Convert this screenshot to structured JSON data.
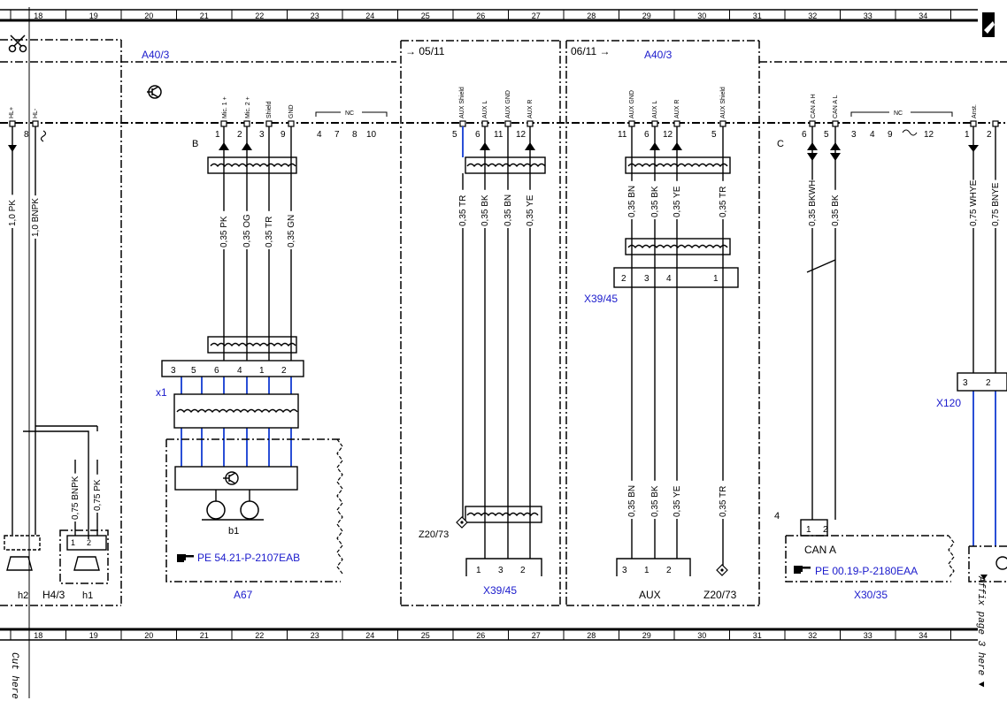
{
  "grid": {
    "columns": [
      "18",
      "19",
      "20",
      "21",
      "22",
      "23",
      "24",
      "25",
      "26",
      "27",
      "28",
      "29",
      "30",
      "31",
      "32",
      "33",
      "34"
    ]
  },
  "frames": {
    "a40_3_left": "A40/3",
    "sheet_from": "05/11",
    "sheet_to": "06/11",
    "a40_3_right": "A40/3"
  },
  "connector_b": {
    "letter": "B",
    "pins": [
      {
        "pin": "1",
        "label": "Mic. 1 +"
      },
      {
        "pin": "2",
        "label": "Mic. 2 +"
      },
      {
        "pin": "3",
        "label": "Shield"
      },
      {
        "pin": "9",
        "label": "GND"
      },
      {
        "pin": "4",
        "label": ""
      },
      {
        "pin": "7",
        "label": ""
      },
      {
        "pin": "8",
        "label": ""
      },
      {
        "pin": "10",
        "label": ""
      }
    ],
    "nc": "NC",
    "aux_pins": [
      {
        "pin": "5",
        "label": "AUX Shield"
      },
      {
        "pin": "6",
        "label": "AUX L"
      },
      {
        "pin": "11",
        "label": "AUX GND"
      },
      {
        "pin": "12",
        "label": "AUX R"
      }
    ],
    "aux_pins_b": [
      {
        "pin": "11",
        "label": "AUX GND"
      },
      {
        "pin": "6",
        "label": "AUX L"
      },
      {
        "pin": "12",
        "label": "AUX R"
      },
      {
        "pin": "5",
        "label": "AUX Shield"
      }
    ]
  },
  "connector_c": {
    "letter": "C",
    "pins": [
      {
        "pin": "6",
        "label": "CAN A H"
      },
      {
        "pin": "5",
        "label": "CAN A L"
      },
      {
        "pin": "3",
        "label": ""
      },
      {
        "pin": "4",
        "label": ""
      },
      {
        "pin": "9",
        "label": ""
      },
      {
        "pin": "12",
        "label": ""
      },
      {
        "pin": "1",
        "label": "Anst."
      },
      {
        "pin": "2",
        "label": ""
      }
    ],
    "nc": "NC"
  },
  "left_pins": {
    "hl_plus": "HL+",
    "hl_minus": "HL-",
    "pin8": "8"
  },
  "wires": {
    "left": [
      "1,0 PK",
      "1,0 BNPK"
    ],
    "mic": [
      "0,35 PK",
      "0,35 OG",
      "0,35 TR",
      "0,35 GN"
    ],
    "aux1": [
      "0,35 TR",
      "0,35 BK",
      "0,35 BN",
      "0,35 YE"
    ],
    "aux2_top": [
      "0,35 BN",
      "0,35 BK",
      "0,35 YE",
      "0,35 TR"
    ],
    "aux2_bottom": [
      "0,35 BN",
      "0,35 BK",
      "0,35 YE",
      "0,35 TR"
    ],
    "can": [
      "0,35 BKWH",
      "0,35 BK"
    ],
    "right": [
      "0,75 WHYE",
      "0,75 BNYE"
    ],
    "speaker": [
      "0,75 BNPK",
      "0,75 PK"
    ]
  },
  "components": {
    "x1": {
      "name": "x1",
      "pins": [
        "3",
        "5",
        "6",
        "4",
        "1",
        "2"
      ]
    },
    "a67": {
      "name": "A67",
      "ref": "PE 54.21-P-2107EAB"
    },
    "b1": "b1",
    "x39_45_top": {
      "name": "X39/45",
      "pins": [
        "2",
        "3",
        "4",
        "1"
      ]
    },
    "x39_45_bottom": {
      "name": "X39/45",
      "pins": [
        "1",
        "3",
        "2"
      ]
    },
    "z20_73_left": "Z20/73",
    "z20_73_right": "Z20/73",
    "aux": {
      "name": "AUX",
      "pins": [
        "3",
        "1",
        "2"
      ]
    },
    "x30_35": {
      "name": "X30/35",
      "label": "CAN A",
      "ref": "PE 00.19-P-2180EAA",
      "pins": [
        "1",
        "2"
      ],
      "num": "4"
    },
    "x120": {
      "name": "X120",
      "pins": [
        "3",
        "2"
      ]
    },
    "h2": "h2",
    "h4_3": "H4/3",
    "h1": {
      "name": "h1",
      "pins": [
        "1",
        "2"
      ]
    }
  },
  "margin": {
    "cut_here": "Cut here",
    "affix": "Affix page 3 here"
  },
  "colors": {
    "blue_label": "#1a1acc",
    "blue_wire": "#2a4fd6",
    "line": "#000000"
  }
}
